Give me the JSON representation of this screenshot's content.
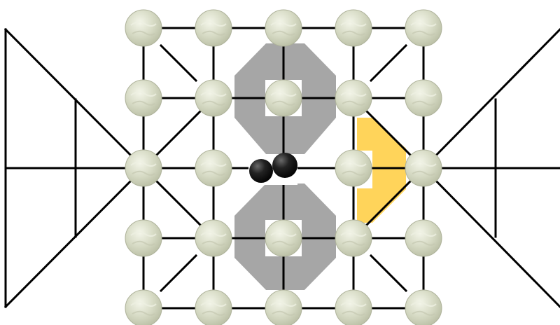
{
  "game": {
    "colors": {
      "line": "#000000",
      "highlight_gray": "#a6a6a6",
      "highlight_yellow": "#ffd45a",
      "background": "#ffffff",
      "pearl_piece": "#d8dcc6",
      "black_piece": "#1a1a1a"
    },
    "board": {
      "columns": 5,
      "rows": 5,
      "side_triangles": 2
    },
    "highlights": [
      {
        "kind": "move-zone",
        "color": "gray",
        "near": {
          "row": 1,
          "col": 2
        }
      },
      {
        "kind": "move-zone",
        "color": "gray",
        "near": {
          "row": 3,
          "col": 2
        }
      },
      {
        "kind": "move-zone",
        "color": "yellow",
        "near": {
          "row": 2,
          "col": 3
        }
      }
    ],
    "pieces": {
      "white_positions": [
        [
          0,
          0
        ],
        [
          0,
          1
        ],
        [
          0,
          2
        ],
        [
          0,
          3
        ],
        [
          0,
          4
        ],
        [
          1,
          0
        ],
        [
          1,
          1
        ],
        [
          1,
          2
        ],
        [
          1,
          3
        ],
        [
          1,
          4
        ],
        [
          2,
          0
        ],
        [
          2,
          1
        ],
        [
          2,
          3
        ],
        [
          2,
          4
        ],
        [
          3,
          0
        ],
        [
          3,
          1
        ],
        [
          3,
          2
        ],
        [
          3,
          3
        ],
        [
          3,
          4
        ],
        [
          4,
          0
        ],
        [
          4,
          1
        ],
        [
          4,
          2
        ],
        [
          4,
          3
        ],
        [
          4,
          4
        ]
      ],
      "black_positions": [
        [
          2,
          2
        ]
      ],
      "selected_markers": [
        [
          1,
          2
        ],
        [
          3,
          2
        ]
      ]
    }
  }
}
